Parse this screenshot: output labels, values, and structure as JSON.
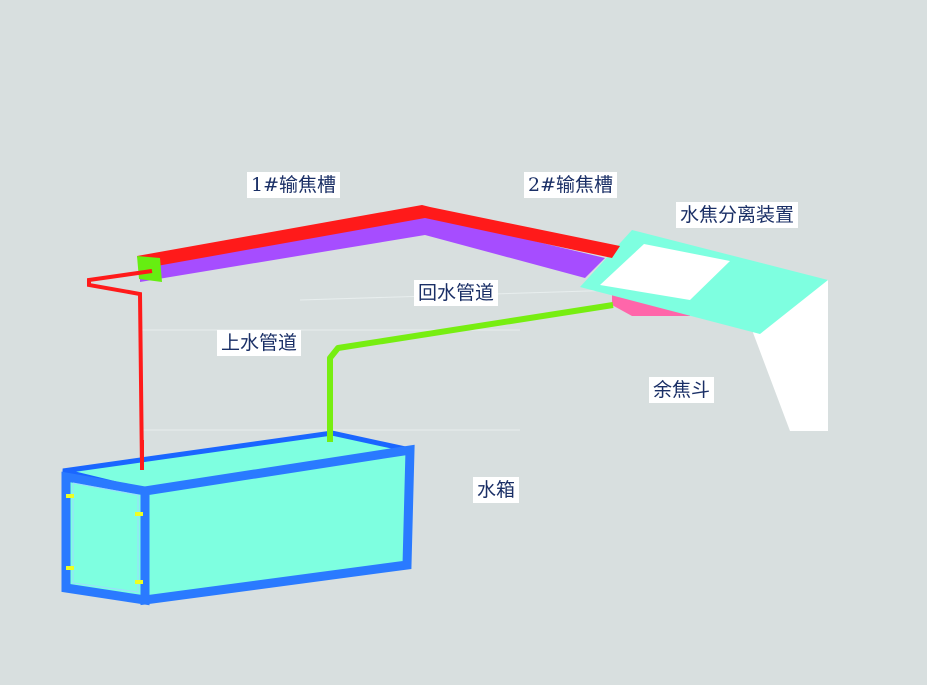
{
  "labels": {
    "trough1": "1#输焦槽",
    "trough2": "2#输焦槽",
    "separator": "水焦分离装置",
    "return_pipe": "回水管道",
    "supply_pipe": "上水管道",
    "hopper": "余焦斗",
    "tank": "水箱"
  },
  "colors": {
    "background": "#d8dfdf",
    "trough_top": "#ff1a1a",
    "trough_side": "#a64dff",
    "trough_end": "#66ee11",
    "supply_pipe": "#ff1a1a",
    "return_pipe": "#77ee11",
    "tank_frame": "#1a66ff",
    "tank_fill": "#7effe0",
    "separator_fill": "#7effe0",
    "hopper_fill": "#ffffff",
    "hopper_pink": "#ff66aa",
    "label_text": "#1a2f66"
  }
}
